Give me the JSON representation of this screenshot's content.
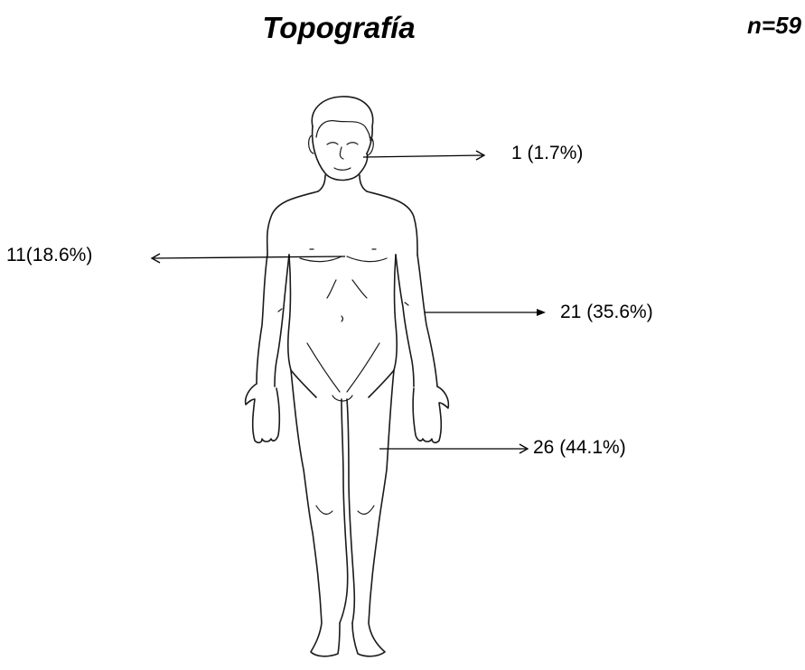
{
  "title": "Topografía",
  "sample_size": "n=59",
  "regions": [
    {
      "label": "1 (1.7%)"
    },
    {
      "label": "11(18.6%)"
    },
    {
      "label": "21 (35.6%)"
    },
    {
      "label": "26 (44.1%)"
    }
  ]
}
